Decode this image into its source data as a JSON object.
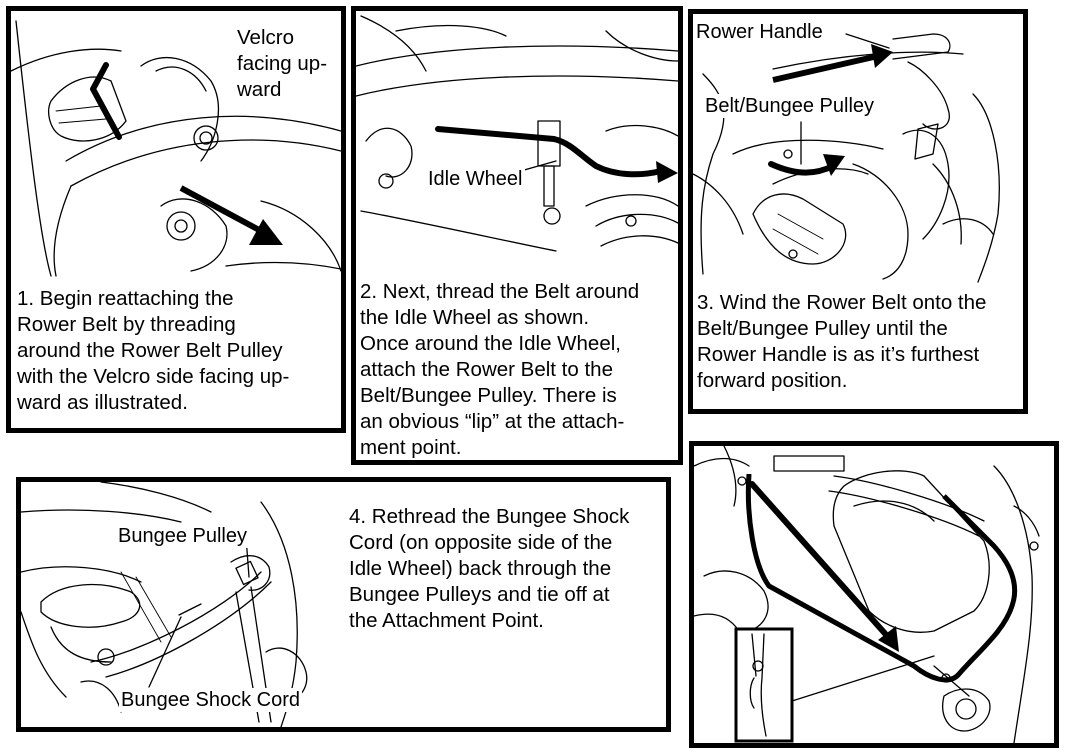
{
  "panels": {
    "p1": {
      "label_velcro": "Velcro\nfacing up-\nward",
      "caption": "1. Begin reattaching the\nRower Belt by threading\naround the Rower Belt Pulley\nwith the Velcro side facing up-\nward as illustrated."
    },
    "p2": {
      "label_idle_wheel": "Idle Wheel",
      "caption": "2. Next, thread the Belt around\nthe Idle Wheel as shown.\nOnce around the Idle Wheel,\nattach the Rower Belt to the\nBelt/Bungee Pulley.  There is\nan obvious “lip” at the attach-\nment point."
    },
    "p3": {
      "label_rower_handle": "Rower Handle",
      "label_pulley": "Belt/Bungee Pulley",
      "caption": "3. Wind the Rower Belt onto the\nBelt/Bungee Pulley until the\nRower Handle is as it’s furthest\nforward position."
    },
    "p4": {
      "label_bungee_pulley": "Bungee Pulley",
      "label_shock_cord": "Bungee Shock Cord",
      "caption": "4. Rethread the Bungee Shock\nCord (on opposite side of the\nIdle Wheel) back through the\nBungee Pulleys and tie off at\nthe Attachment Point."
    }
  }
}
